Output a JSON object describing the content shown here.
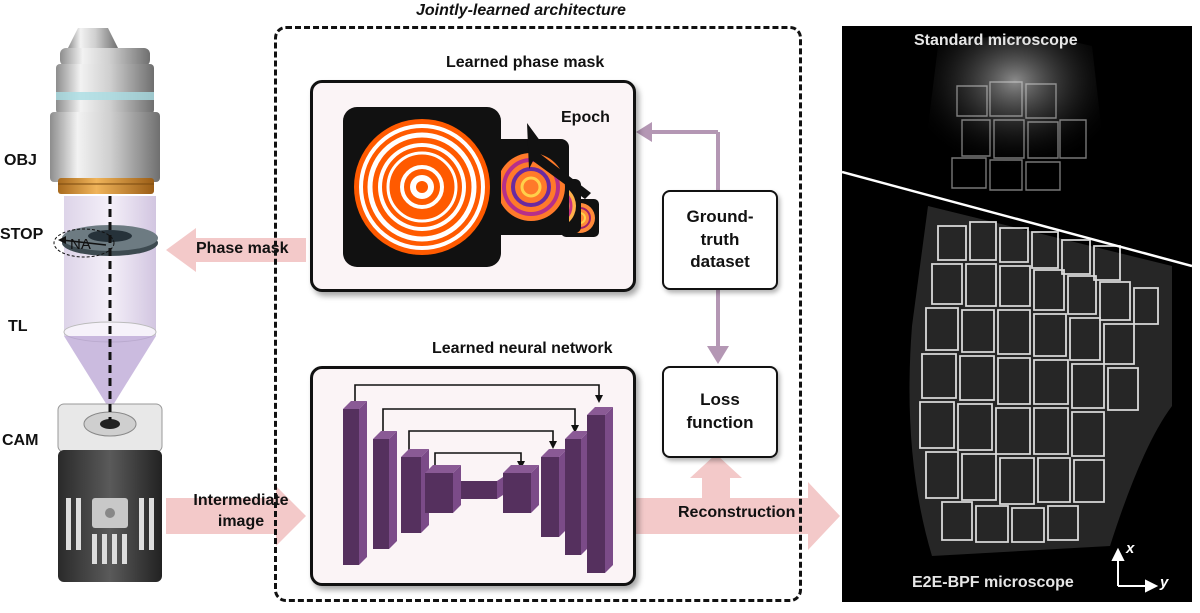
{
  "header": {
    "architecture_title": "Jointly-learned architecture"
  },
  "microscope": {
    "labels": {
      "obj": "OBJ",
      "stop": "STOP",
      "tl": "TL",
      "cam": "CAM",
      "na": "NA"
    }
  },
  "arrows": {
    "phase_mask": "Phase mask",
    "intermediate_image_line1": "Intermediate",
    "intermediate_image_line2": "image",
    "reconstruction": "Reconstruction"
  },
  "phase_mask_panel": {
    "title": "Learned phase mask",
    "epoch_label": "Epoch"
  },
  "network_panel": {
    "title": "Learned neural network"
  },
  "ground_truth": {
    "line1": "Ground-",
    "line2": "truth",
    "line3": "dataset"
  },
  "loss": {
    "line1": "Loss",
    "line2": "function"
  },
  "image_panel": {
    "top_label": "Standard microscope",
    "bottom_label": "E2E-BPF microscope",
    "axis_x": "x",
    "axis_y": "y"
  },
  "colors": {
    "arrow_fill": "#f3c9c9",
    "link_purple": "#b497b4",
    "mask_orange": "#ff5a00",
    "network_purple": "#6a3f73",
    "panel_bg": "#fbf4f6"
  }
}
